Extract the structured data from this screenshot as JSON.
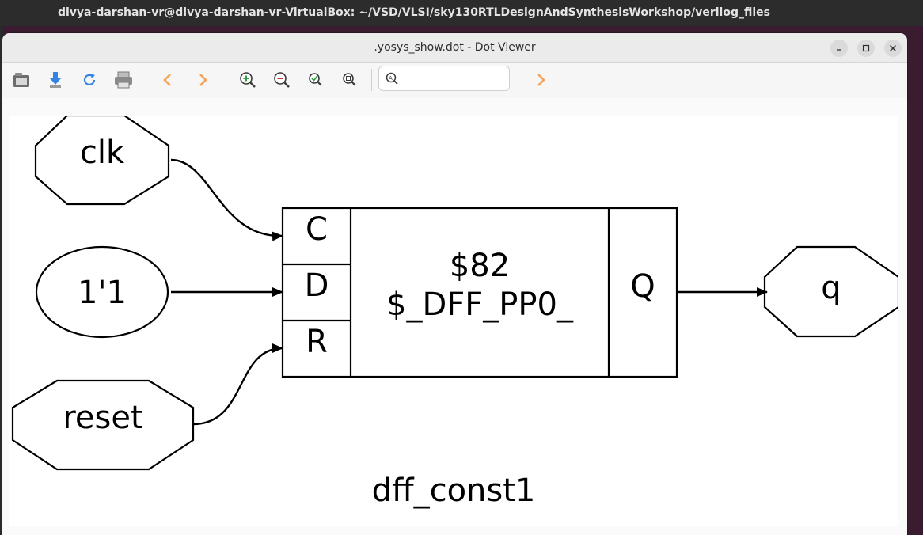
{
  "os_titlebar": {
    "title": "divya-darshan-vr@divya-darshan-vr-VirtualBox: ~/VSD/VLSI/sky130RTLDesignAndSynthesisWorkshop/verilog_files"
  },
  "window": {
    "title": ".yosys_show.dot - Dot Viewer",
    "buttons": [
      "minimize",
      "maximize",
      "close"
    ]
  },
  "toolbar": {
    "items": [
      "open-icon",
      "save-icon",
      "reload-icon",
      "print-icon",
      "back-icon",
      "forward-icon",
      "zoom-in-icon",
      "zoom-out-icon",
      "zoom-fit-icon",
      "zoom-100-icon"
    ],
    "find": {
      "value": "",
      "placeholder": ""
    },
    "find_next": "chevron-right-icon"
  },
  "colors": {
    "titlebar_bg": "#2c2c2c",
    "headerbar_bg": "#ebebeb",
    "toolbar_icon_blue": "#3584e4",
    "toolbar_icon_orange": "#f6a35a",
    "zoom_plus": "#2ea043",
    "zoom_minus": "#c0392b",
    "graph_stroke": "#000000"
  },
  "graph": {
    "name": "dff_const1",
    "inputs": [
      "clk",
      "1'1",
      "reset"
    ],
    "cell": {
      "id": "$82",
      "type": "$_DFF_PP0_",
      "in_ports": [
        "C",
        "D",
        "R"
      ],
      "out_ports": [
        "Q"
      ]
    },
    "outputs": [
      "q"
    ],
    "edges": [
      {
        "from": "clk",
        "to": "C"
      },
      {
        "from": "1'1",
        "to": "D"
      },
      {
        "from": "reset",
        "to": "R"
      },
      {
        "from": "Q",
        "to": "q"
      }
    ]
  }
}
